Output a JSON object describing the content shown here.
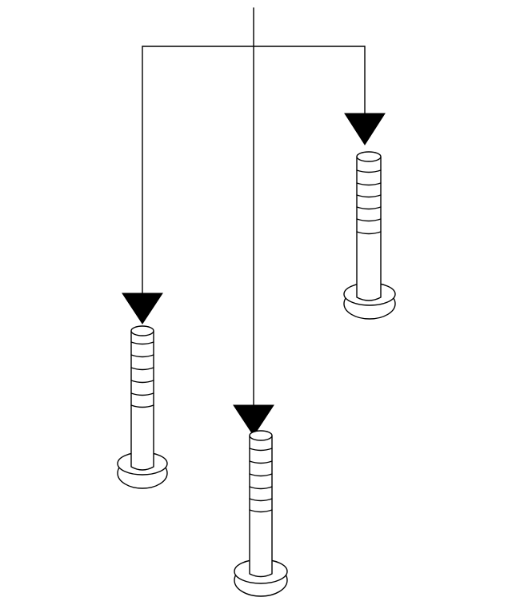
{
  "diagram": {
    "type": "exploded-assembly-illustration",
    "line_color": "#000000",
    "background_color": "#ffffff",
    "fasteners": [
      {
        "name": "flange-bolt-left",
        "icon": "flange-bolt-icon",
        "thread_bands": 6
      },
      {
        "name": "flange-bolt-center",
        "icon": "flange-bolt-icon",
        "thread_bands": 6
      },
      {
        "name": "flange-bolt-right",
        "icon": "flange-bolt-icon",
        "thread_bands": 6
      }
    ],
    "arrows": [
      {
        "name": "arrow-left",
        "icon": "down-triangle-arrow-icon"
      },
      {
        "name": "arrow-center",
        "icon": "down-triangle-arrow-icon"
      },
      {
        "name": "arrow-right",
        "icon": "down-triangle-arrow-icon"
      }
    ]
  }
}
